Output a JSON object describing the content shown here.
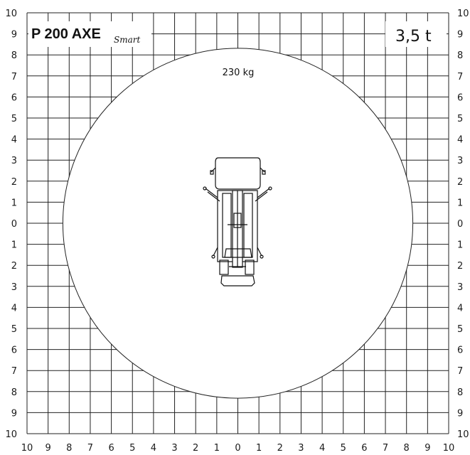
{
  "title": {
    "model": "P 200 AXE",
    "suffix": "Smart",
    "capacity": "3,5 t"
  },
  "load_label": "230 kg",
  "chart_data": {
    "type": "diagram",
    "x_ticks": [
      "10",
      "9",
      "8",
      "7",
      "6",
      "5",
      "4",
      "3",
      "2",
      "1",
      "0",
      "1",
      "2",
      "3",
      "4",
      "5",
      "6",
      "7",
      "8",
      "9",
      "10"
    ],
    "y_ticks": [
      "10",
      "9",
      "8",
      "7",
      "6",
      "5",
      "4",
      "3",
      "2",
      "1",
      "0",
      "1",
      "2",
      "3",
      "4",
      "5",
      "6",
      "7",
      "8",
      "9",
      "10"
    ],
    "xlim": [
      -10,
      10
    ],
    "ylim": [
      -10,
      10
    ],
    "grid": true,
    "working_range": {
      "shape": "circle",
      "center": [
        0,
        0
      ],
      "radius": 8.3,
      "load": "230 kg"
    }
  },
  "colors": {
    "grid": "#222222",
    "background": "#ffffff"
  },
  "icons": {
    "vehicle": "truck-top-view-icon"
  }
}
